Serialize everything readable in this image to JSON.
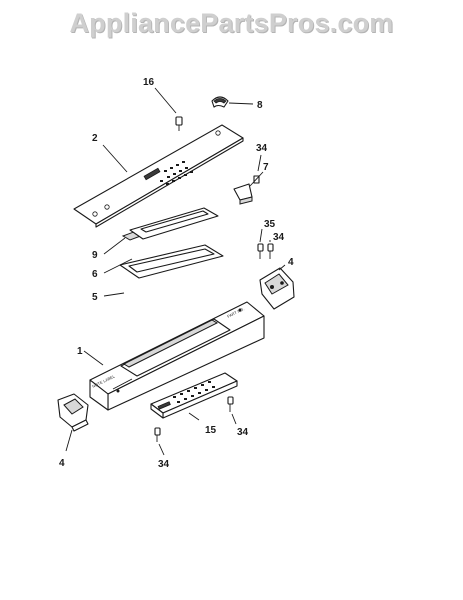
{
  "watermark": "AppliancePartsPros.com",
  "callouts": {
    "c16": "16",
    "c8": "8",
    "c2": "2",
    "c34a": "34",
    "c7": "7",
    "c35": "35",
    "c34b": "34",
    "c4a": "4",
    "c9": "9",
    "c6": "6",
    "c5": "5",
    "c1": "1",
    "c4b": "4",
    "c15": "15",
    "c34c": "34",
    "c34d": "34"
  }
}
